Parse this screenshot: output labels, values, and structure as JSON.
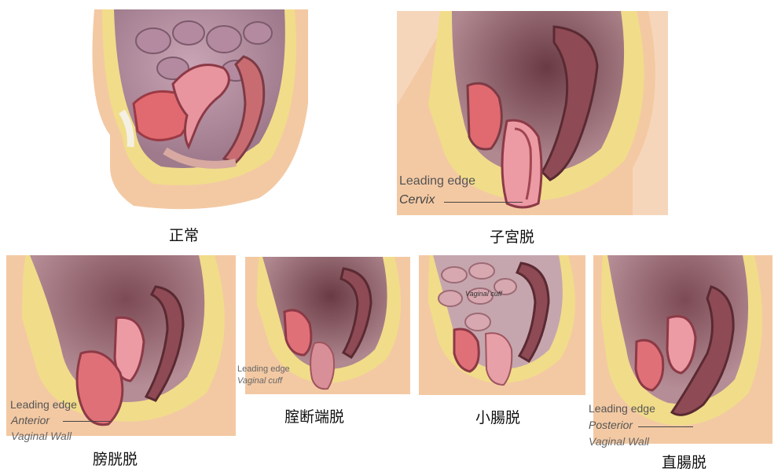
{
  "panels": {
    "normal": {
      "caption": "正常"
    },
    "uterine": {
      "caption": "子宮脱",
      "lead_1": "Leading edge",
      "lead_2": "Cervix"
    },
    "bladder": {
      "caption": "膀胱脱",
      "lead_1": "Leading edge",
      "lead_2": "Anterior",
      "lead_3": "Vaginal Wall"
    },
    "vault": {
      "caption": "腟断端脱",
      "lead_1": "Leading edge",
      "lead_2": "Vaginal cuff"
    },
    "small_bowel": {
      "caption": "小腸脱",
      "inner_label": "Vaginal cuff"
    },
    "rectal": {
      "caption": "直腸脱",
      "lead_1": "Leading edge",
      "lead_2": "Posterior",
      "lead_3": "Vaginal Wall"
    }
  },
  "colors": {
    "skin": "#f3c9a3",
    "fat": "#f1dc8a",
    "cavity_dark": "#8e5a5e",
    "cavity_light": "#c9a0a8",
    "organ_pink": "#e8959f",
    "organ_dark": "#7c3b45",
    "rectum": "#a65a63"
  }
}
